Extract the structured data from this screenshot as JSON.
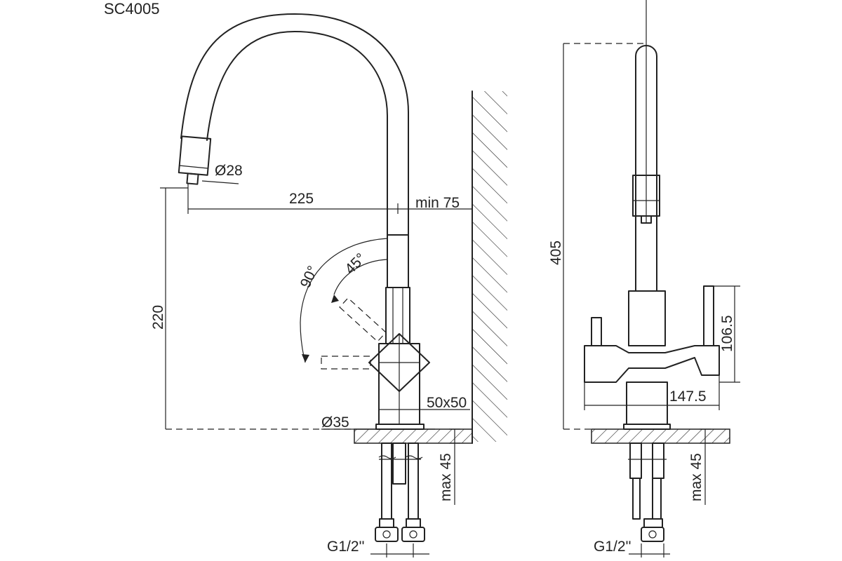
{
  "title": "SC4005",
  "side_view": {
    "spout_diameter": "Ø28",
    "reach": "225",
    "wall_clearance": "min 75",
    "height": "220",
    "lever_angle_full": "90°",
    "lever_angle_half": "45°",
    "body_section": "50x50",
    "base_diameter": "Ø35",
    "counter_thickness": "max 45",
    "connection_thread": "G1/2''"
  },
  "front_view": {
    "total_height": "405",
    "lever_height": "106.5",
    "lever_span": "147.5",
    "counter_thickness": "max 45",
    "connection_thread": "G1/2''"
  }
}
